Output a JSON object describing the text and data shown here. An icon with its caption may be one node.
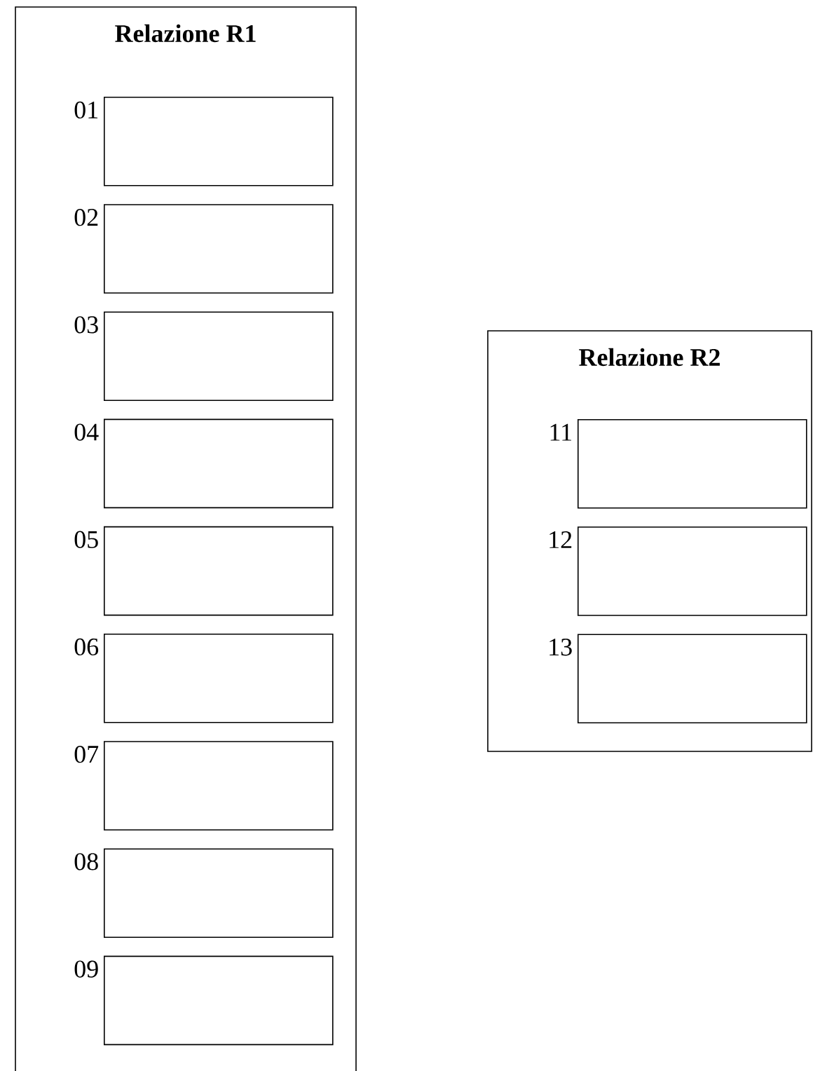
{
  "diagram": {
    "nodes": [
      {
        "text": [
          "Relazione R1"
        ]
      },
      {
        "text": [],
        "shape": "box",
        "in": 0,
        "beside": [
          "01"
        ]
      },
      {
        "text": [],
        "shape": "box",
        "in": 0,
        "beside": [
          "02"
        ]
      },
      {
        "text": [],
        "shape": "box",
        "in": 0,
        "beside": [
          "03"
        ]
      },
      {
        "text": [],
        "shape": "box",
        "in": 0,
        "beside": [
          "04"
        ]
      },
      {
        "text": [],
        "shape": "box",
        "in": 0,
        "beside": [
          "05"
        ]
      },
      {
        "text": [],
        "shape": "box",
        "in": 0,
        "beside": [
          "06"
        ]
      },
      {
        "text": [],
        "shape": "box",
        "in": 0,
        "beside": [
          "07"
        ]
      },
      {
        "text": [],
        "shape": "box",
        "in": 0,
        "beside": [
          "08"
        ]
      },
      {
        "text": [],
        "shape": "box",
        "in": 0,
        "beside": [
          "09"
        ]
      },
      {
        "text": [
          "Relazione R2"
        ]
      },
      {
        "text": [],
        "shape": "box",
        "in": 10,
        "beside": [
          "11"
        ]
      },
      {
        "text": [],
        "shape": "box",
        "in": 10,
        "beside": [
          "12"
        ]
      },
      {
        "text": [],
        "shape": "box",
        "in": 10,
        "beside": [
          "13"
        ]
      }
    ]
  }
}
